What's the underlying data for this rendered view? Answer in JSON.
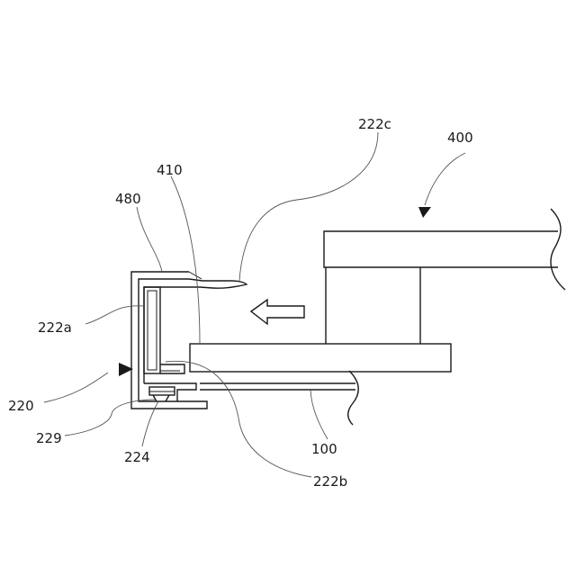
{
  "labels": {
    "l400": "400",
    "l222c": "222c",
    "l410": "410",
    "l480": "480",
    "l222a": "222a",
    "l220": "220",
    "l229": "229",
    "l224": "224",
    "l100": "100",
    "l222b": "222b"
  },
  "colors": {
    "line": "#1a1a1a",
    "background": "#ffffff"
  }
}
